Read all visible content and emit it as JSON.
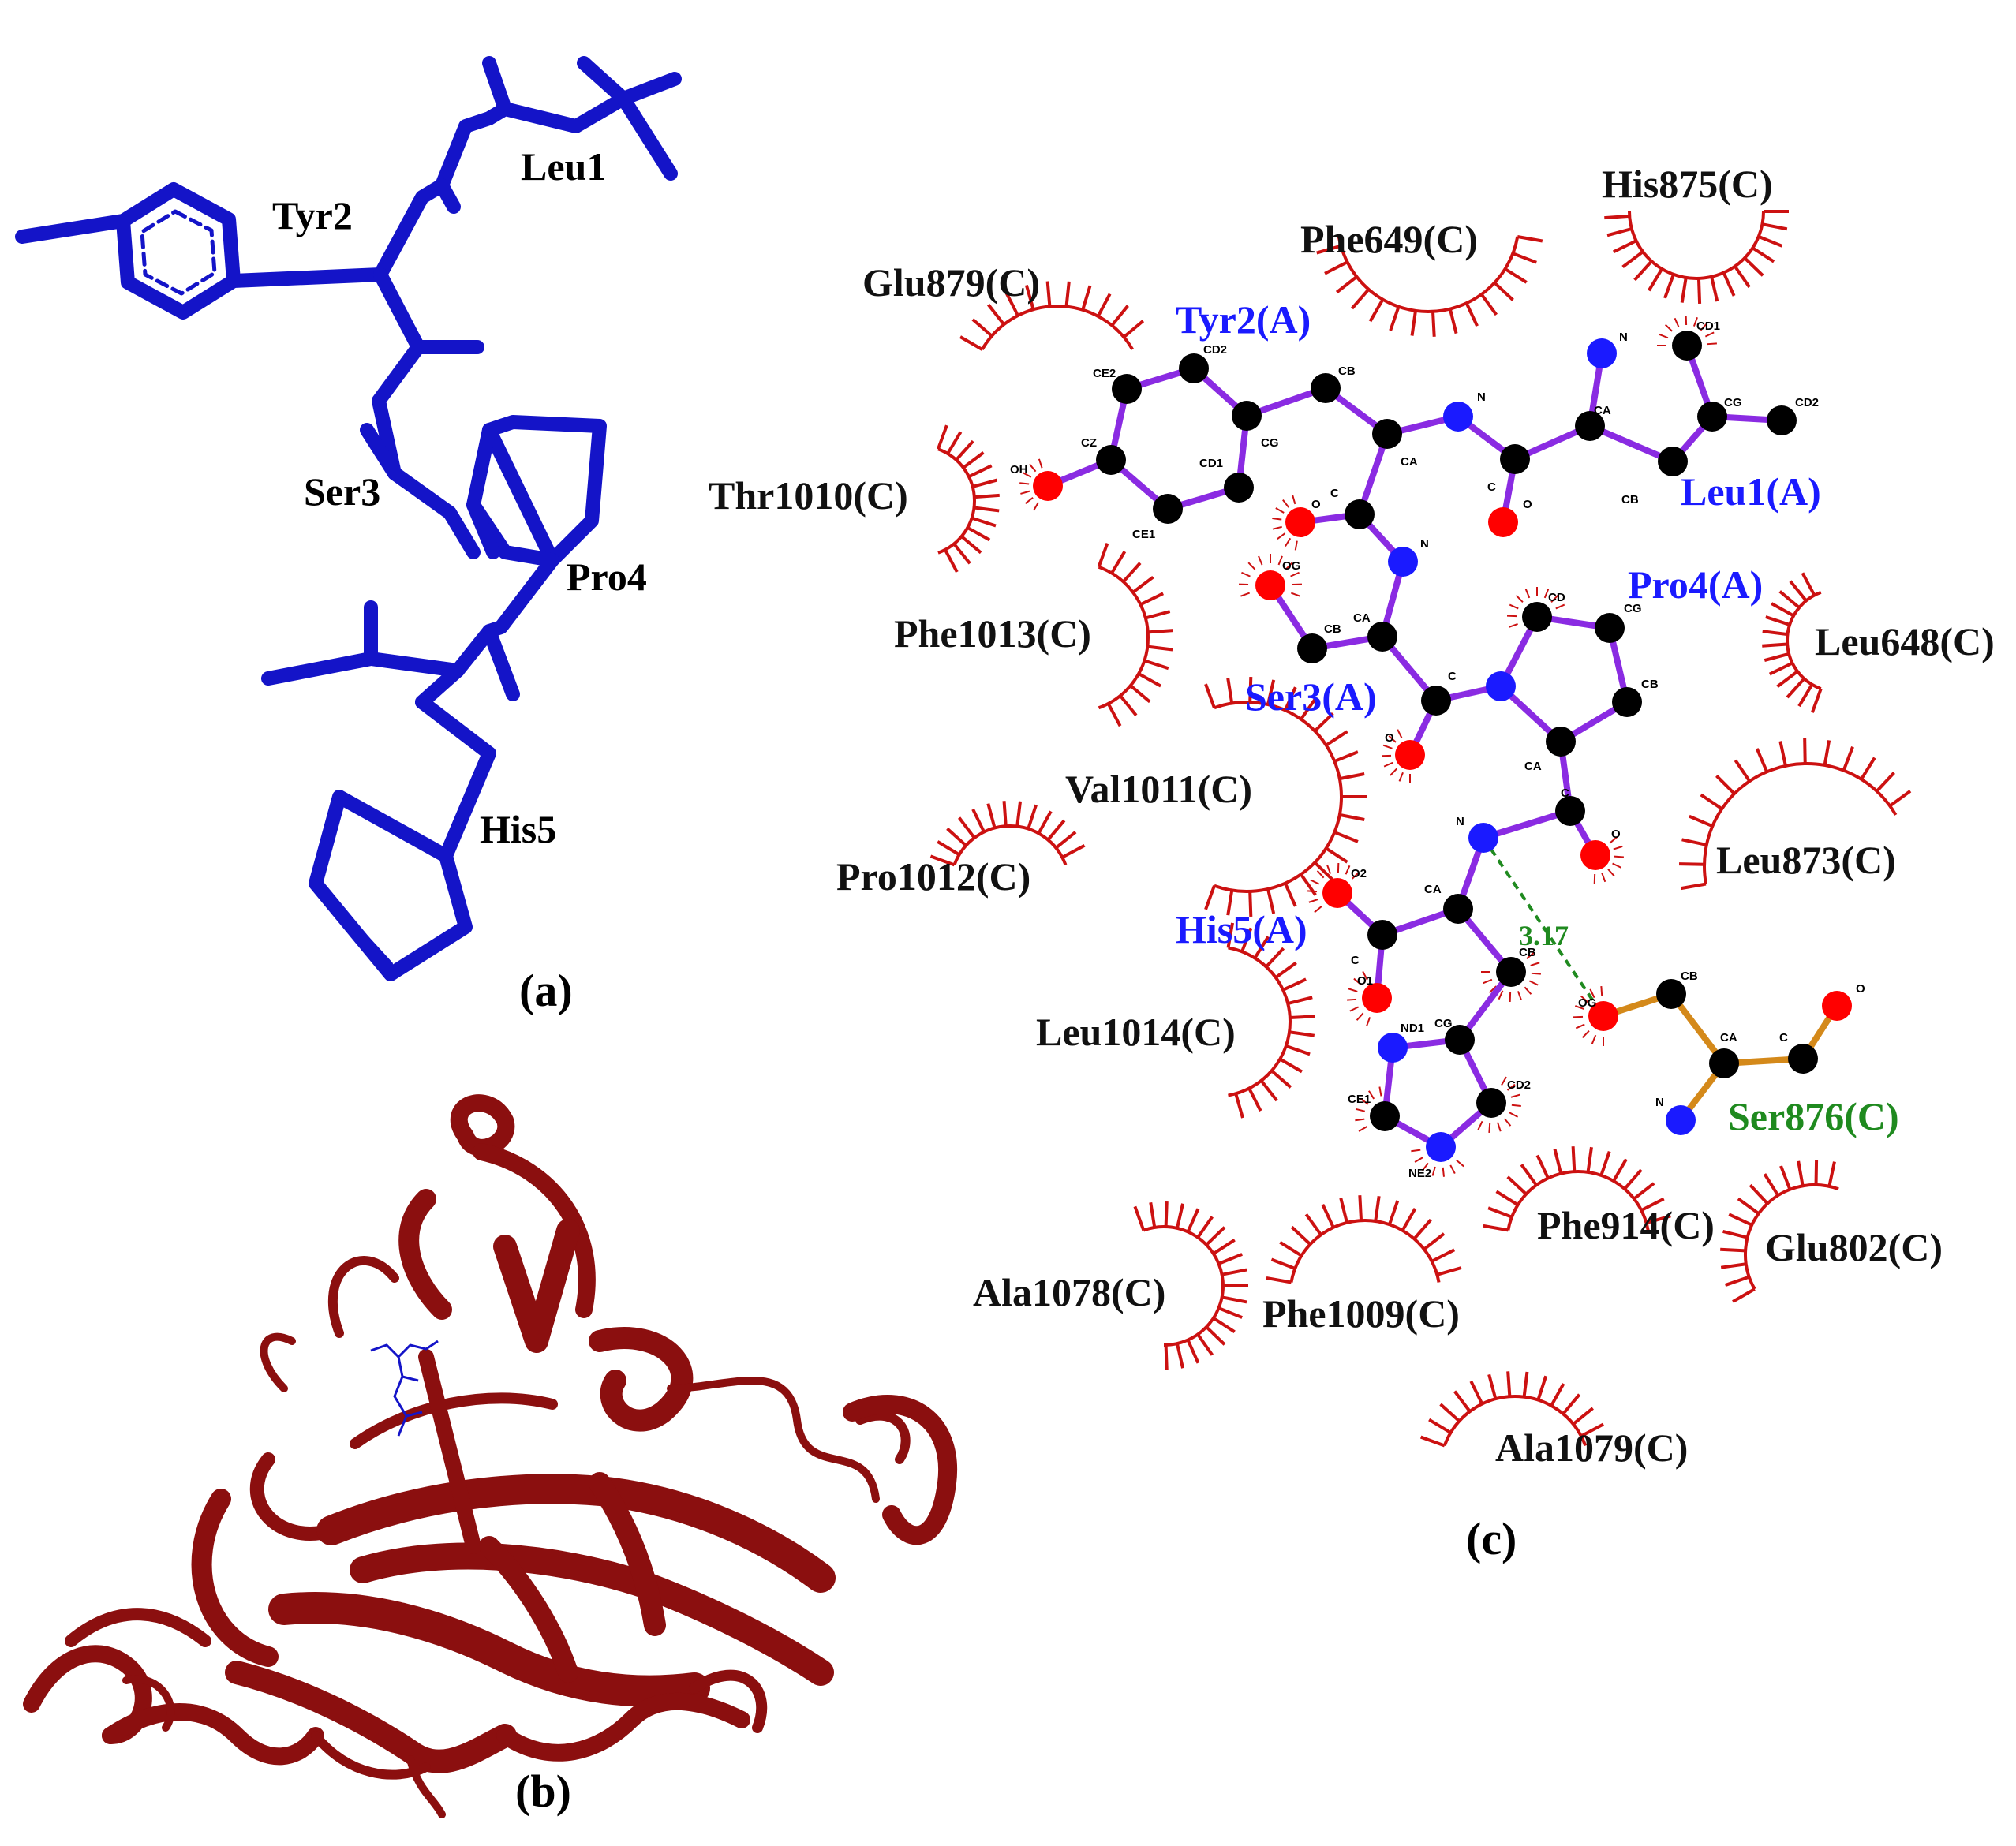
{
  "panels": {
    "a": "(a)",
    "b": "(b)",
    "c": "(c)"
  },
  "stick_labels": [
    "Leu1",
    "Tyr2",
    "Ser3",
    "Pro4",
    "His5"
  ],
  "ligand_residues": [
    "Tyr2(A)",
    "Leu1(A)",
    "Pro4(A)",
    "Ser3(A)",
    "His5(A)"
  ],
  "hbond_residue": "Ser876(C)",
  "hbond_distance": "3.17",
  "hydrophobic_residues": [
    "His875(C)",
    "Phe649(C)",
    "Glu879(C)",
    "Thr1010(C)",
    "Phe1013(C)",
    "Leu648(C)",
    "Val1011(C)",
    "Pro1012(C)",
    "Leu873(C)",
    "Leu1014(C)",
    "Phe914(C)",
    "Glu802(C)",
    "Ala1078(C)",
    "Phe1009(C)",
    "Ala1079(C)"
  ],
  "atoms": {
    "tyr": [
      "CD2",
      "CE2",
      "CB",
      "CZ",
      "CG",
      "OH",
      "CD1",
      "CE1",
      "O",
      "C",
      "CA"
    ],
    "leu": [
      "N",
      "CD1",
      "CA",
      "CG",
      "CD2",
      "C",
      "O",
      "CB",
      "N"
    ],
    "ser": [
      "OG",
      "CB",
      "CA",
      "N",
      "C",
      "O"
    ],
    "pro": [
      "CD",
      "CG",
      "CB",
      "CA",
      "C",
      "O"
    ],
    "his": [
      "N",
      "O2",
      "CA",
      "C",
      "O1",
      "CB",
      "ND1",
      "CG",
      "CE1",
      "CD2",
      "NE2"
    ],
    "ser876": [
      "CB",
      "OG",
      "CA",
      "C",
      "O",
      "N"
    ]
  },
  "colors": {
    "ligand_bond": "#8a2be2",
    "ser876_bond": "#d4891a",
    "carbon": "#000000",
    "nitrogen": "#1a1aff",
    "oxygen": "#ff0000",
    "hydrophobic_arc": "#cc1111",
    "hbond_line": "#1f8a1f",
    "stick_model": "#1414c8",
    "protein_ribbon": "#8b0f0f"
  }
}
